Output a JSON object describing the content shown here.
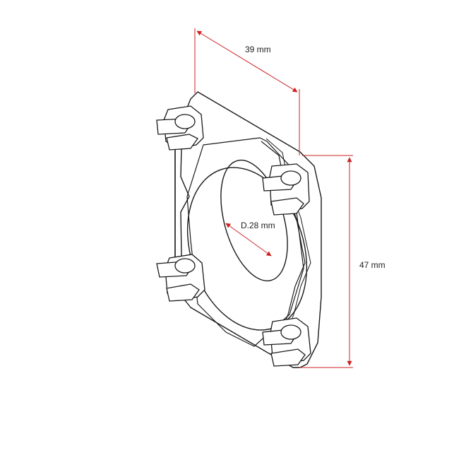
{
  "dimensions": {
    "width_label": "39 mm",
    "height_label": "47 mm",
    "diameter_label": "D.28 mm"
  },
  "colors": {
    "dimension_line": "#cc2222",
    "drawing_line": "#1a1a1a",
    "watermark_red": "#d9534f",
    "watermark_blue": "#5b9bd5",
    "background": "#ffffff"
  }
}
